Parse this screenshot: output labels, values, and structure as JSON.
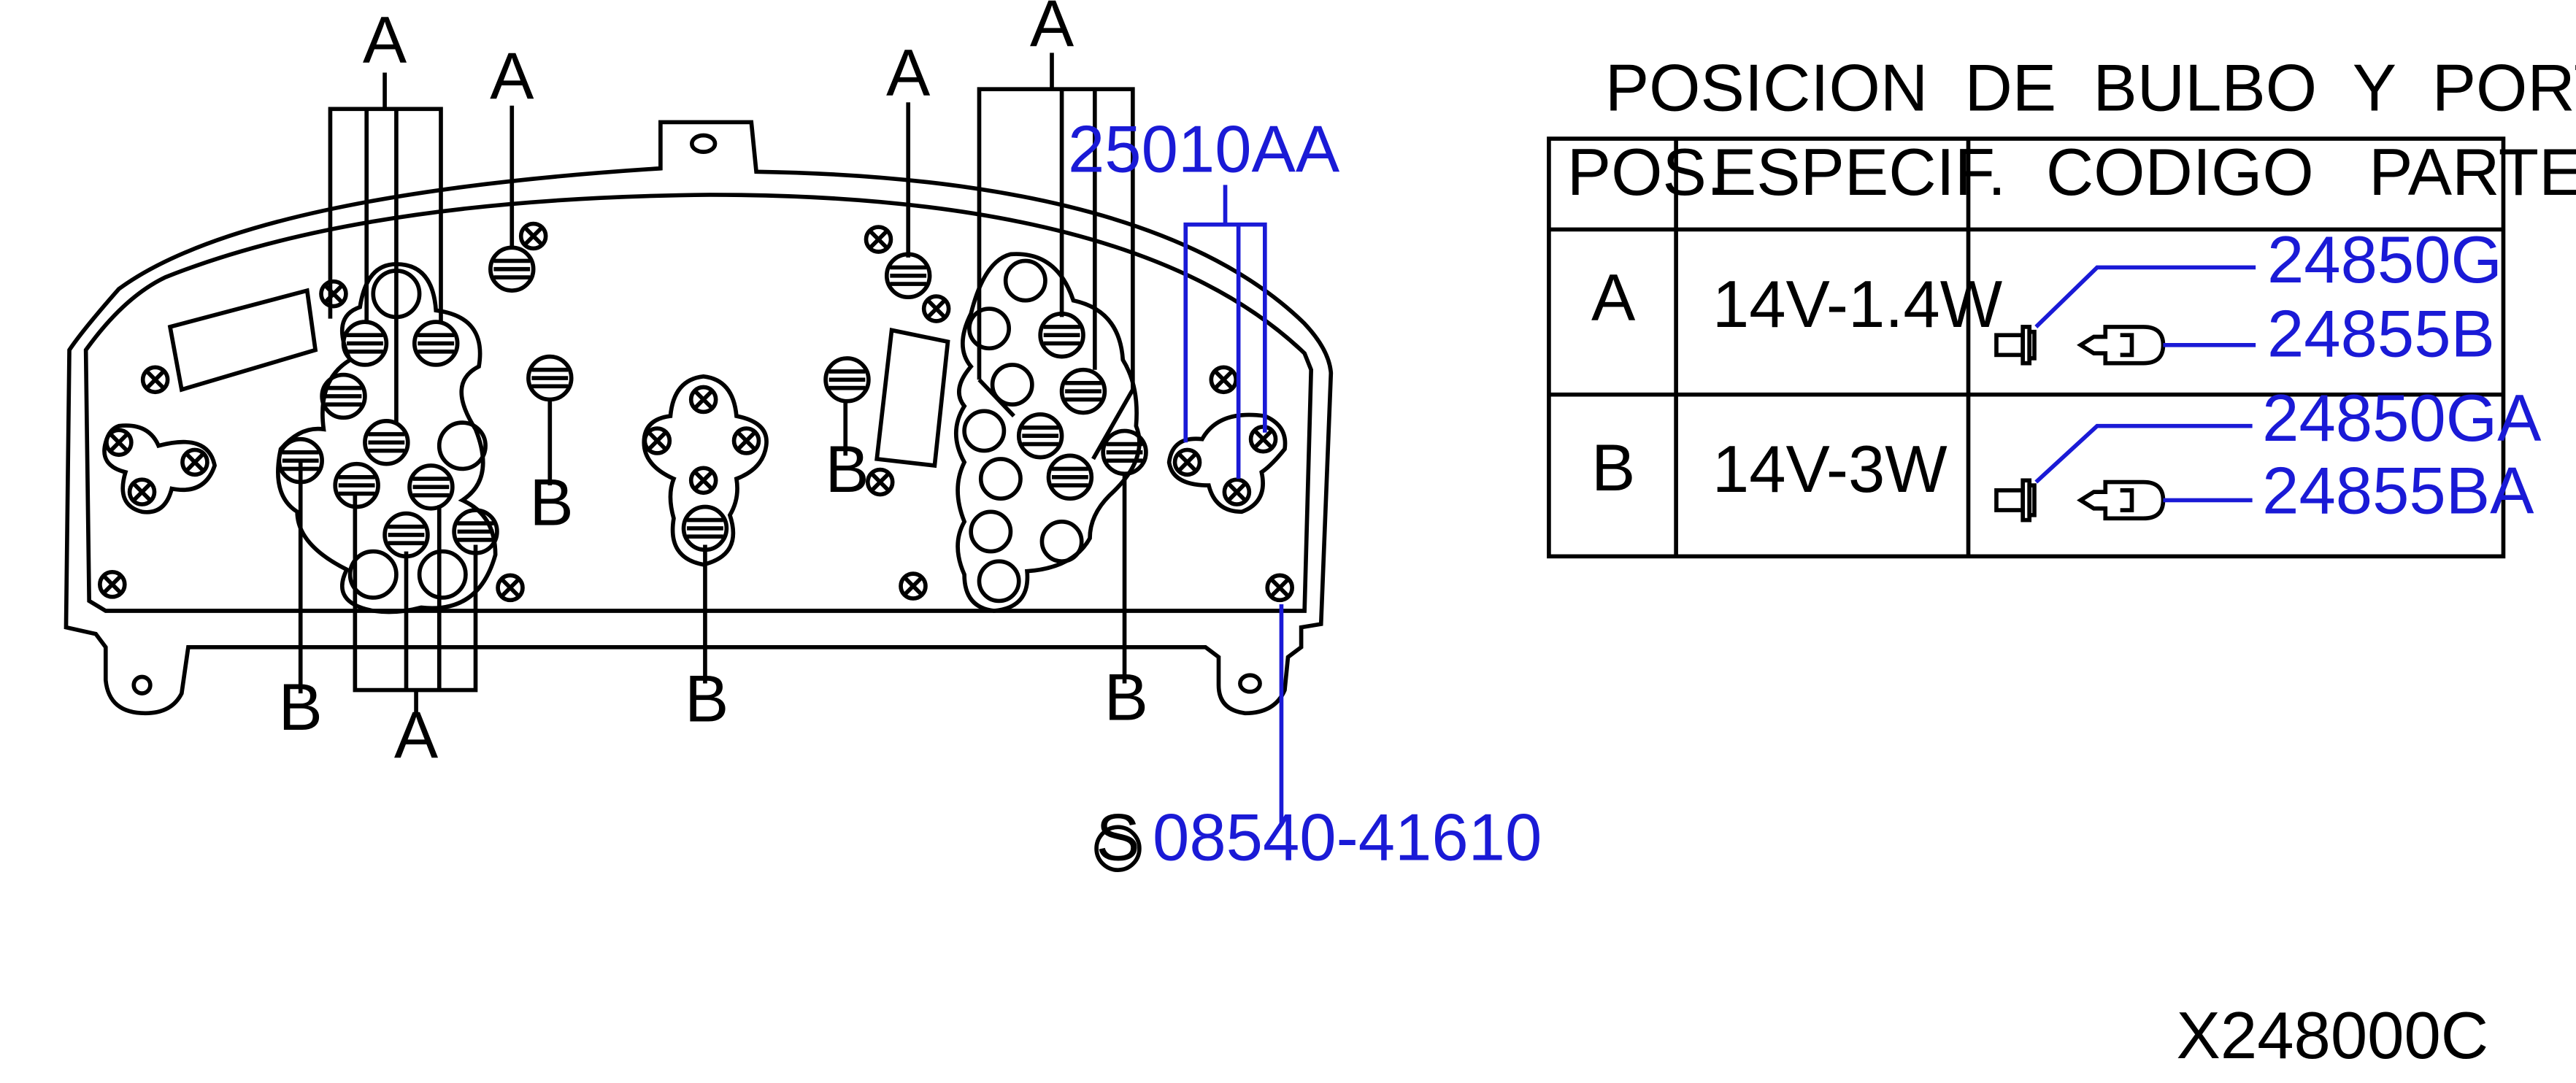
{
  "diagram": {
    "code": "X248000C",
    "callouts": {
      "a": "A",
      "b": "B",
      "harness_part": "25010AA",
      "screw_symbol": "S",
      "screw_part": "08540-41610"
    }
  },
  "table": {
    "title": "POSICION  DE  BULBO  Y  PORTABULBO",
    "headers": {
      "pos": "POS.",
      "spec": "ESPECIF.",
      "code": "CODIGO   PARTE"
    },
    "rows": [
      {
        "pos": "A",
        "spec": "14V-1.4W",
        "socket": "24850G",
        "bulb": "24855B"
      },
      {
        "pos": "B",
        "spec": "14V-3W",
        "socket": "24850GA",
        "bulb": "24855BA"
      }
    ]
  },
  "colors": {
    "line": "#000000",
    "callout": "#1a1ad6"
  }
}
